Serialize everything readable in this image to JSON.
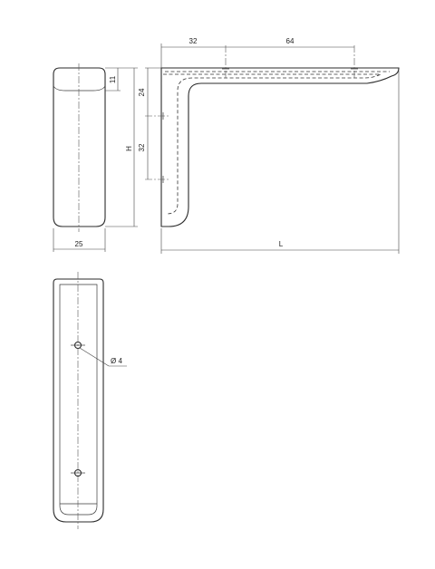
{
  "dimensions": {
    "top_32": "32",
    "top_64": "64",
    "lip_11": "11",
    "v_24": "24",
    "v_32": "32",
    "height_H": "H",
    "width_25": "25",
    "length_L": "L",
    "hole_dia": "Ø 4"
  }
}
